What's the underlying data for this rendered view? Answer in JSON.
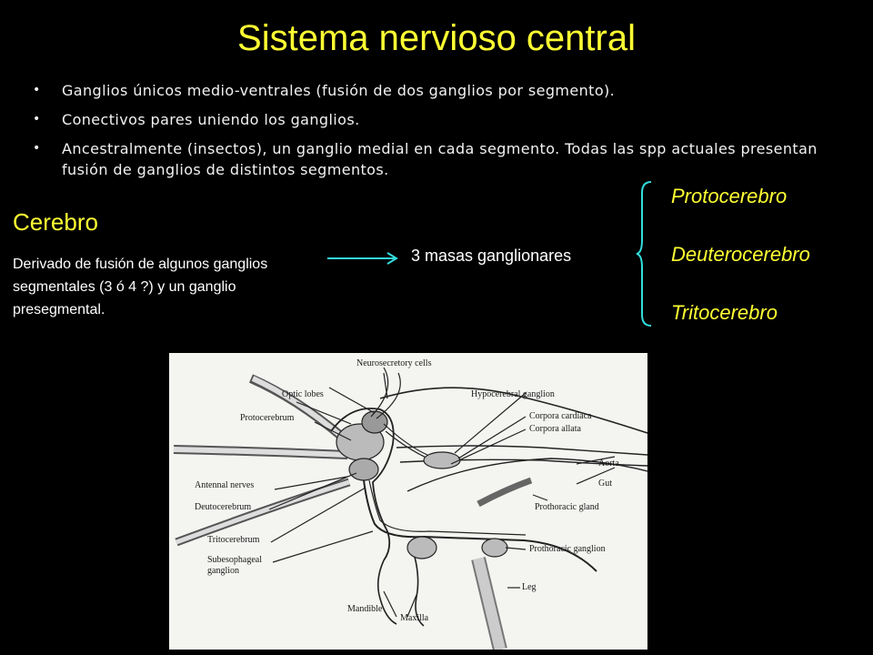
{
  "title": "Sistema nervioso central",
  "bullets": [
    "Ganglios únicos medio-ventrales (fusión de dos ganglios por segmento).",
    "Conectivos pares uniendo los ganglios.",
    "Ancestralmente (insectos), un ganglio medial en cada segmento. Todas las spp actuales presentan fusión de ganglios de distintos segmentos."
  ],
  "bullet_glyph": "•",
  "cerebro": {
    "heading": "Cerebro",
    "description": "Derivado de fusión de algunos ganglios segmentales (3 ó 4 ?) y un ganglio presegmental."
  },
  "masas_label": "3 masas ganglionares",
  "subdivisions": [
    "Protocerebro",
    "Deuterocerebro",
    "Tritocerebro"
  ],
  "figure_labels": {
    "neurosecretory": "Neurosecretory cells",
    "optic_lobes": "Optic lobes",
    "protocerebrum": "Protocerebrum",
    "antennal_nerves": "Antennal nerves",
    "deutocerebrum": "Deutocerebrum",
    "tritocerebrum": "Tritocerebrum",
    "subesophageal": "Subesophageal",
    "ganglion": "ganglion",
    "mandible": "Mandible",
    "maxilla": "Maxilla",
    "hypocerebral": "Hypocerebral ganglion",
    "corpora_cardiaca": "Corpora cardiaca",
    "corpora_allata": "Corpora allata",
    "aorta": "Aorta",
    "gut": "Gut",
    "prothoracic_gland": "Prothoracic gland",
    "prothoracic_ganglion": "Prothoracic ganglion",
    "leg": "Leg"
  },
  "colors": {
    "background": "#000000",
    "title": "#ffff33",
    "text": "#ffffff",
    "arrow": "#33dddd",
    "figure_bg": "#f4f4f1"
  }
}
